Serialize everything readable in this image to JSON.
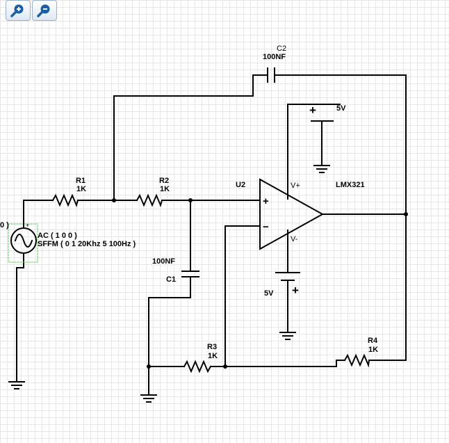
{
  "toolbar": {
    "zoom_in_icon": "magnifier-plus-icon",
    "zoom_out_icon": "magnifier-minus-icon",
    "accent": "#1a5fa8"
  },
  "components": {
    "c2": {
      "name": "C2",
      "value": "100NF"
    },
    "c1": {
      "name": "C1",
      "value": "100NF"
    },
    "r1": {
      "name": "R1",
      "value": "1K"
    },
    "r2": {
      "name": "R2",
      "value": "1K"
    },
    "r3": {
      "name": "R3",
      "value": "1K"
    },
    "r4": {
      "name": "R4",
      "value": "1K"
    },
    "u2": {
      "name": "U2",
      "part": "LMX321",
      "vplus": "V+",
      "vminus": "V-",
      "in_plus": "+",
      "in_minus": "−"
    },
    "vpos": {
      "value": "5V",
      "sign": "+"
    },
    "vneg": {
      "value": "5V",
      "sign": "+"
    },
    "source": {
      "line1": "AC ( 1 0 0 )",
      "line2": "SFFM ( 0 1 20Khz 5 100Hz )",
      "cut_label": "0 )",
      "sign": "+"
    }
  },
  "colors": {
    "wire": "#000000",
    "selection": "#55cc55",
    "grid": "#e6e6e6"
  }
}
